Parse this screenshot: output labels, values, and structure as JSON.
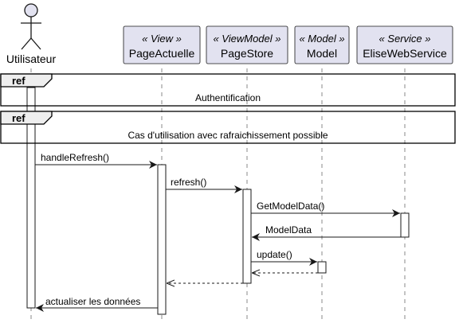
{
  "actor": {
    "name": "Utilisateur"
  },
  "participants": [
    {
      "stereotype": "« View »",
      "name": "PageActuelle"
    },
    {
      "stereotype": "« ViewModel »",
      "name": "PageStore"
    },
    {
      "stereotype": "« Model »",
      "name": "Model"
    },
    {
      "stereotype": "« Service »",
      "name": "EliseWebService"
    }
  ],
  "refs": [
    {
      "tag": "ref",
      "text": "Authentification"
    },
    {
      "tag": "ref",
      "text": "Cas d'utilisation avec rafraichissement possible"
    }
  ],
  "messages": [
    {
      "label": "handleRefresh()",
      "from": "Utilisateur",
      "to": "PageActuelle",
      "style": "solid"
    },
    {
      "label": "refresh()",
      "from": "PageActuelle",
      "to": "PageStore",
      "style": "solid"
    },
    {
      "label": "GetModelData()",
      "from": "PageStore",
      "to": "EliseWebService",
      "style": "solid"
    },
    {
      "label": "ModelData",
      "from": "EliseWebService",
      "to": "PageStore",
      "style": "solid"
    },
    {
      "label": "update()",
      "from": "PageStore",
      "to": "Model",
      "style": "solid"
    },
    {
      "label": "",
      "from": "Model",
      "to": "PageStore",
      "style": "dashed"
    },
    {
      "label": "",
      "from": "PageStore",
      "to": "PageActuelle",
      "style": "dashed"
    },
    {
      "label": "actualiser les données",
      "from": "PageActuelle",
      "to": "Utilisateur",
      "style": "solid"
    }
  ],
  "colors": {
    "participant_fill": "#E2E2F0",
    "participant_border": "#181818",
    "line": "#181818",
    "lifeline": "#888888",
    "activation_fill": "#ffffff",
    "ref_header_fill": "#EEEEEE"
  }
}
